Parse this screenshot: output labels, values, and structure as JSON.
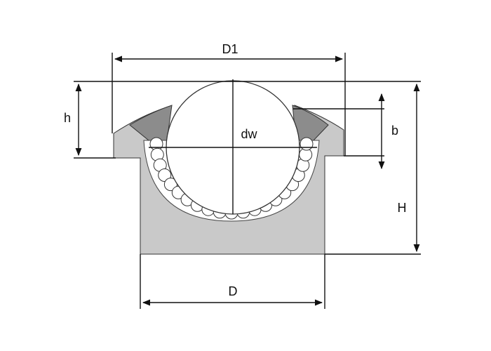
{
  "labels": {
    "D1": "D1",
    "dw": "dw",
    "h": "h",
    "b": "b",
    "H": "H",
    "D": "D"
  },
  "colors": {
    "housing": "#c9c9c9",
    "wedge": "#8c8c8c",
    "ball": "#ffffff",
    "outline": "#111111"
  }
}
